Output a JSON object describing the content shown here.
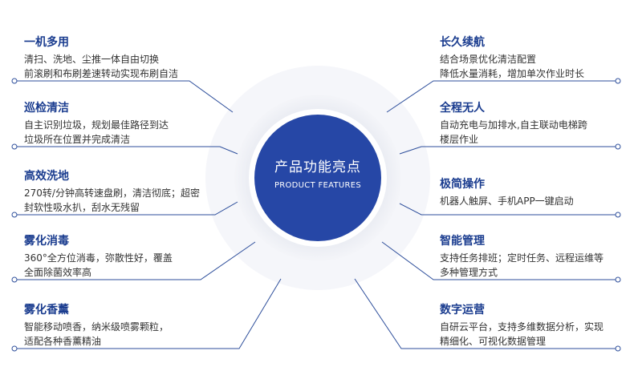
{
  "center": {
    "title_cn": "产品功能亮点",
    "title_en": "PRODUCT FEATURES"
  },
  "colors": {
    "accent": "#1a3c8f",
    "line": "#2d4e9b",
    "center_fill": "#2647a6",
    "ring": "#e8eaf1"
  },
  "left_features": [
    {
      "title": "一机多用",
      "lines": [
        "清扫、洗地、尘推一体自由切换",
        "前滚刷和布刷差速转动实现布刷自洁"
      ]
    },
    {
      "title": "巡检清洁",
      "lines": [
        "自主识别垃圾，规划最佳路径到达",
        "垃圾所在位置并完成清洁"
      ]
    },
    {
      "title": "高效洗地",
      "lines": [
        "270转/分钟高转速盘刷，清洁彻底；超密",
        "封软性吸水扒，刮水无残留"
      ]
    },
    {
      "title": "雾化消毒",
      "lines": [
        "360°全方位消毒，弥散性好，覆盖",
        "全面除菌效率高"
      ]
    },
    {
      "title": "雾化香薰",
      "lines": [
        "智能移动喷香，纳米级喷雾颗粒，",
        "适配各种香薰精油"
      ]
    }
  ],
  "right_features": [
    {
      "title": "长久续航",
      "lines": [
        "结合场景优化清洁配置",
        "降低水量消耗，增加单次作业时长"
      ]
    },
    {
      "title": "全程无人",
      "lines": [
        "自动充电与加排水,自主联动电梯跨",
        "楼层作业"
      ]
    },
    {
      "title": "极简操作",
      "lines": [
        "机器人触屏、手机APP一键启动"
      ]
    },
    {
      "title": "智能管理",
      "lines": [
        "支持任务排班；定时任务、远程运维等",
        "多种管理方式"
      ]
    },
    {
      "title": "数字运营",
      "lines": [
        "自研云平台，支持多维数据分析，实现",
        "精细化、可视化数据管理"
      ]
    }
  ]
}
